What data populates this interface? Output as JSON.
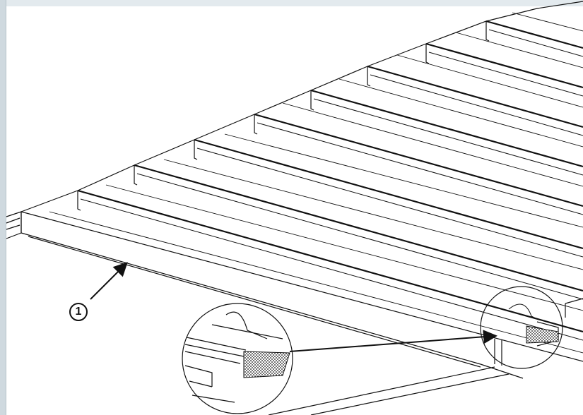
{
  "diagram": {
    "callouts": [
      {
        "label": "1"
      }
    ],
    "colors": {
      "line": "#111111",
      "background": "#ffffff",
      "left_border": "#cfd9df"
    },
    "parts": [
      "roof-beam",
      "corrugated-roof-panel",
      "detail-magnifier"
    ]
  }
}
